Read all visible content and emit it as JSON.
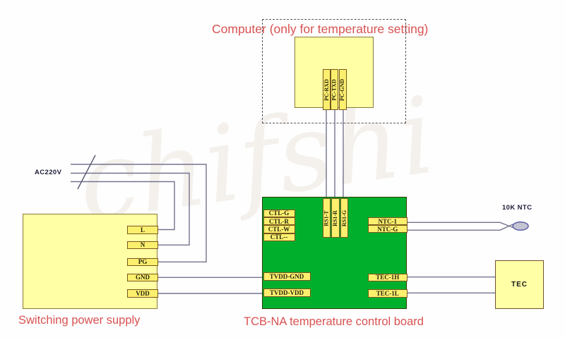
{
  "watermark": {
    "text": "chifshi"
  },
  "colors": {
    "wire": "#74748e",
    "board_green": "#00b02d",
    "box_yellow": "#ffffa6",
    "pin_yellow": "#fdef6e",
    "caption_red": "#d95252",
    "thermistor_fill": "#c4c4d2",
    "thermistor_stroke": "#5c5ca8"
  },
  "computer": {
    "title": "Computer (only for temperature setting)",
    "pins": [
      "PC-RXD",
      "PC-TXD",
      "PC-GND"
    ]
  },
  "power_supply": {
    "caption": "Switching power supply",
    "ac_label": "AC220V",
    "pins": [
      "L",
      "N",
      "PG",
      "GND",
      "VDD"
    ]
  },
  "board": {
    "caption": "TCB-NA temperature control board",
    "ctl_pins": [
      "CTL-G",
      "CTL-R",
      "CTL-W",
      "CTL--"
    ],
    "rs1_pins": [
      "RS1-T",
      "RS1-R",
      "RS1-G"
    ],
    "ntc_pins": [
      "NTC-1",
      "NTC-G"
    ],
    "tvdd_pins": [
      "TVDD-GND",
      "TVDD-VDD"
    ],
    "tec_pins": [
      "TEC-1H",
      "TEC-1L"
    ]
  },
  "ntc": {
    "label": "10K NTC"
  },
  "tec": {
    "label": "TEC"
  }
}
